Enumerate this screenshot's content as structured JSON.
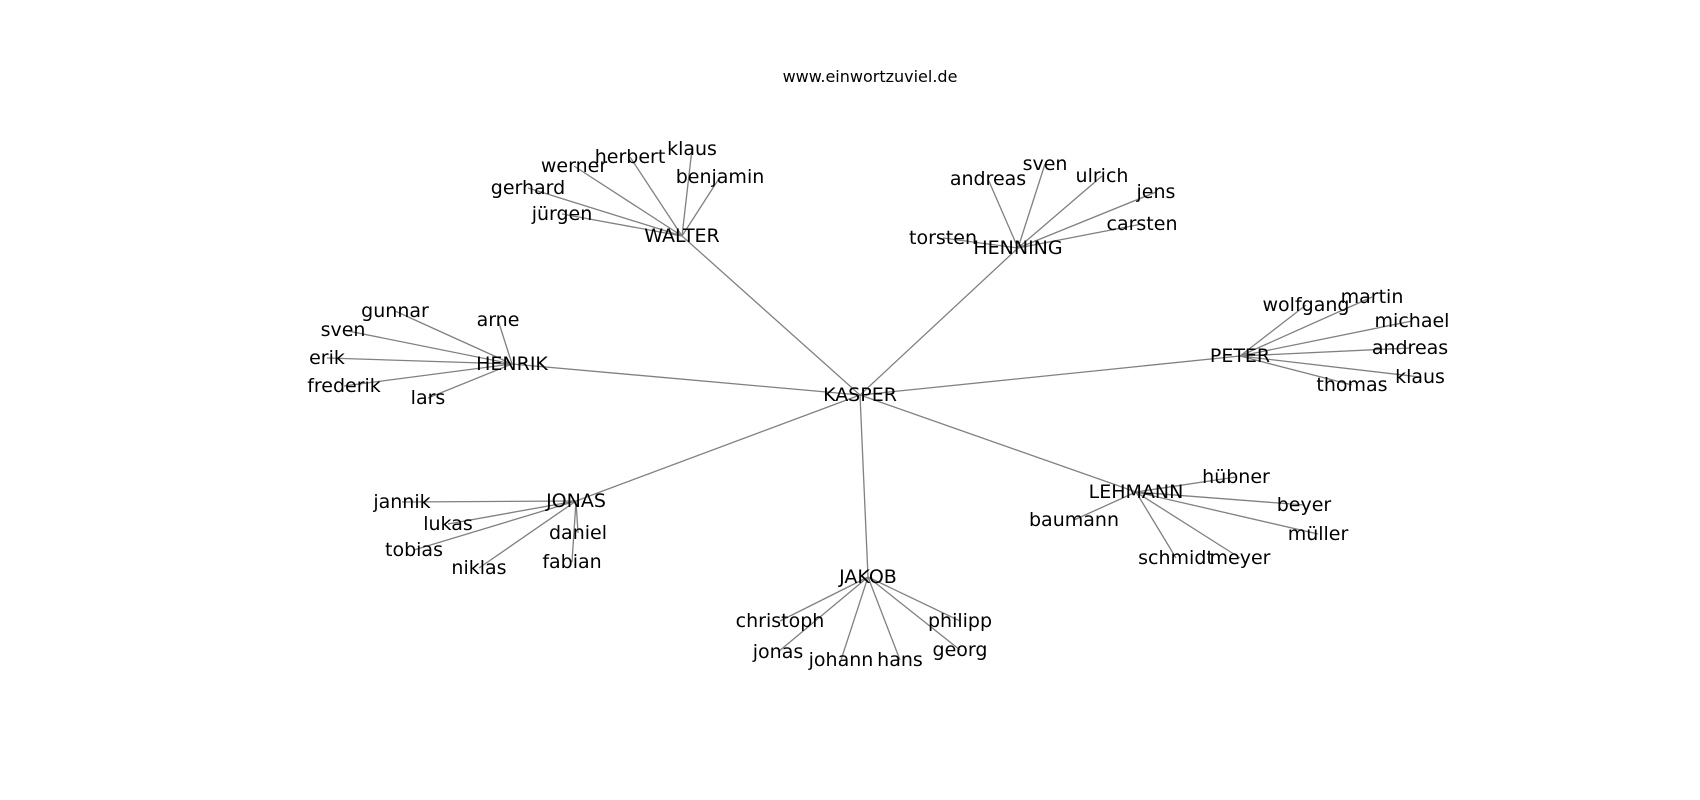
{
  "title": "www.einwortzuviel.de",
  "colors": {
    "edge": "#808080",
    "text": "#000000",
    "background": "#ffffff"
  },
  "root": "KASPER",
  "groups": [
    {
      "hub": "WALTER",
      "leaves": [
        "jürgen",
        "gerhard",
        "werner",
        "herbert",
        "klaus",
        "benjamin"
      ]
    },
    {
      "hub": "HENNING",
      "leaves": [
        "torsten",
        "andreas",
        "sven",
        "ulrich",
        "jens",
        "carsten"
      ]
    },
    {
      "hub": "HENRIK",
      "leaves": [
        "gunnar",
        "arne",
        "sven",
        "erik",
        "frederik",
        "lars"
      ]
    },
    {
      "hub": "PETER",
      "leaves": [
        "wolfgang",
        "martin",
        "michael",
        "andreas",
        "klaus",
        "thomas"
      ]
    },
    {
      "hub": "JONAS",
      "leaves": [
        "jannik",
        "lukas",
        "tobias",
        "niklas",
        "daniel",
        "fabian"
      ]
    },
    {
      "hub": "LEHMANN",
      "leaves": [
        "hübner",
        "baumann",
        "beyer",
        "müller",
        "schmidt",
        "meyer"
      ]
    },
    {
      "hub": "JAKOB",
      "leaves": [
        "christoph",
        "jonas",
        "johann",
        "hans",
        "georg",
        "philipp"
      ]
    }
  ]
}
